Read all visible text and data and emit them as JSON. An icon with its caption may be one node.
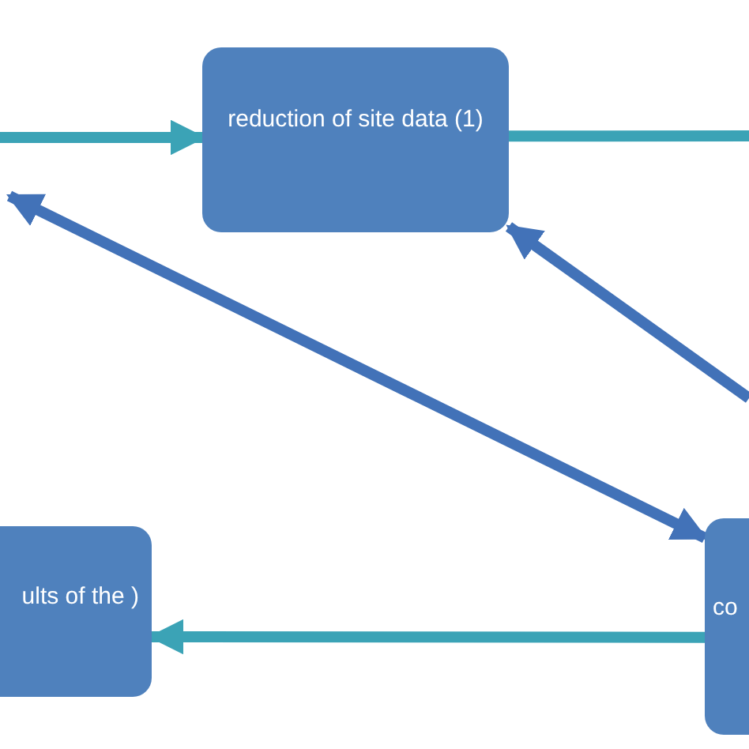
{
  "diagram": {
    "nodes": [
      {
        "text": [
          "reduction of site data (1)"
        ]
      },
      {
        "text": [
          "ults of the )"
        ]
      },
      {
        "text": [
          "co"
        ]
      }
    ],
    "edges": [
      {
        "from": null,
        "to": 0,
        "arrow": "to"
      },
      {
        "from": 0,
        "to": null,
        "arrow": "none"
      },
      {
        "from": 2,
        "to": null,
        "arrow": "both",
        "color": "#4272b8"
      },
      {
        "from": null,
        "to": 0,
        "arrow": "to",
        "color": "#4272b8"
      },
      {
        "from": 2,
        "to": 1,
        "arrow": "to"
      }
    ]
  }
}
